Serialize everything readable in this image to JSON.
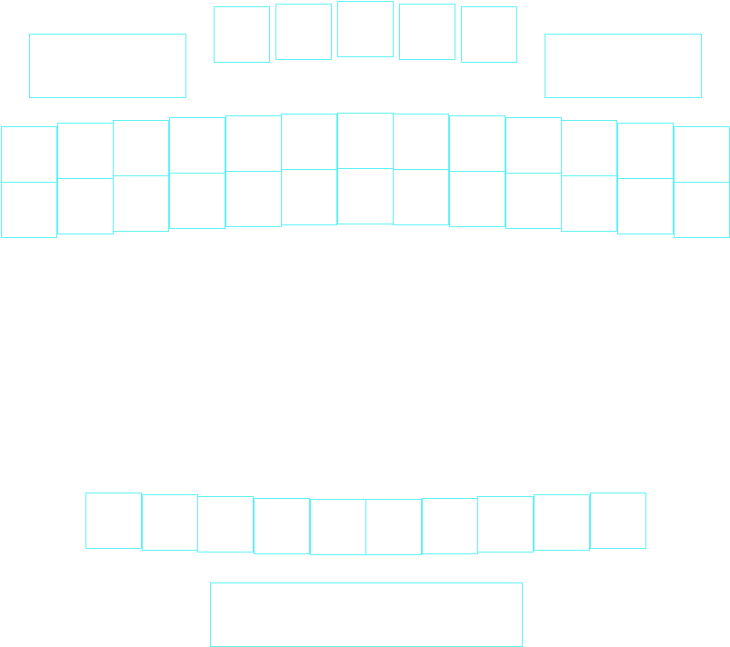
{
  "board": {
    "outline_color": "#5ff3f7",
    "background_color": "#ffffff",
    "top_slots": 5,
    "side_panels": 2,
    "arc_rows": 2,
    "arc_columns": 13,
    "bottom_slots": 10,
    "bottom_panels": 1
  }
}
